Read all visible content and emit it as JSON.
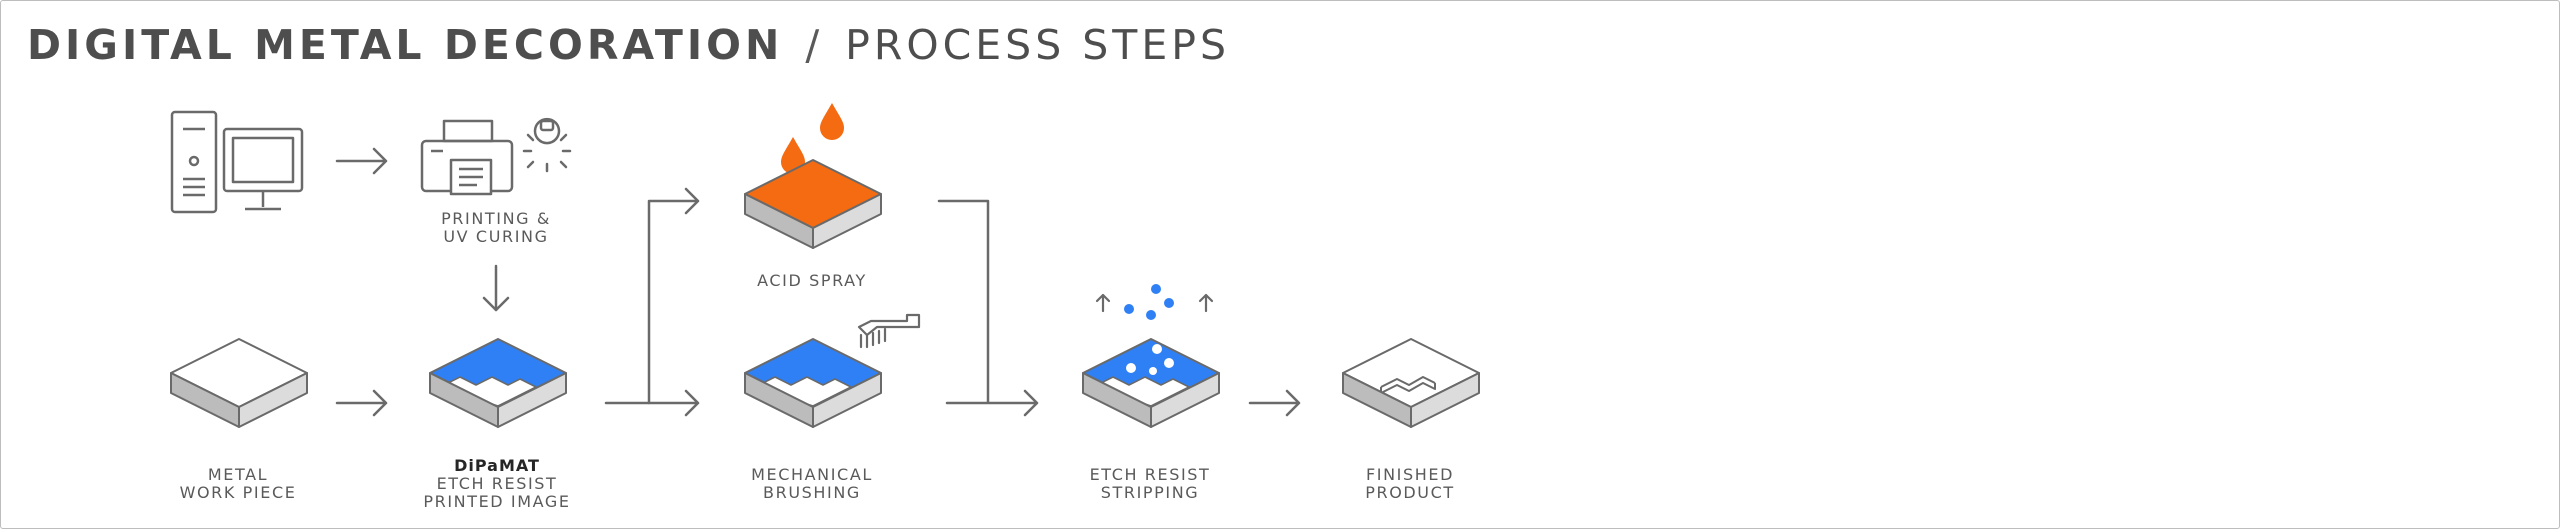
{
  "title": {
    "main": "DIGITAL METAL DECORATION",
    "separator": "/",
    "sub": "PROCESS STEPS"
  },
  "labels": {
    "printing": [
      "PRINTING &",
      "UV CURING"
    ],
    "acid_spray": [
      "ACID SPRAY"
    ],
    "metal_work_piece": [
      "METAL",
      "WORK PIECE"
    ],
    "dipamat_brand": "DiPaMAT",
    "dipamat": [
      "ETCH RESIST",
      "PRINTED IMAGE"
    ],
    "mechanical_brushing": [
      "MECHANICAL",
      "BRUSHING"
    ],
    "etch_resist_stripping": [
      "ETCH RESIST",
      "STRIPPING"
    ],
    "finished_product": [
      "FINISHED",
      "PRODUCT"
    ]
  },
  "colors": {
    "blue": "#2f80f5",
    "orange": "#f46b12",
    "line": "#6a6a6a",
    "box_side": "#c8c8c8",
    "box_side_dark": "#a8a8a8"
  },
  "icons": [
    "computer-icon",
    "printer-icon",
    "uv-lamp-icon",
    "acid-drop-icon",
    "brush-icon",
    "particle-icon"
  ]
}
